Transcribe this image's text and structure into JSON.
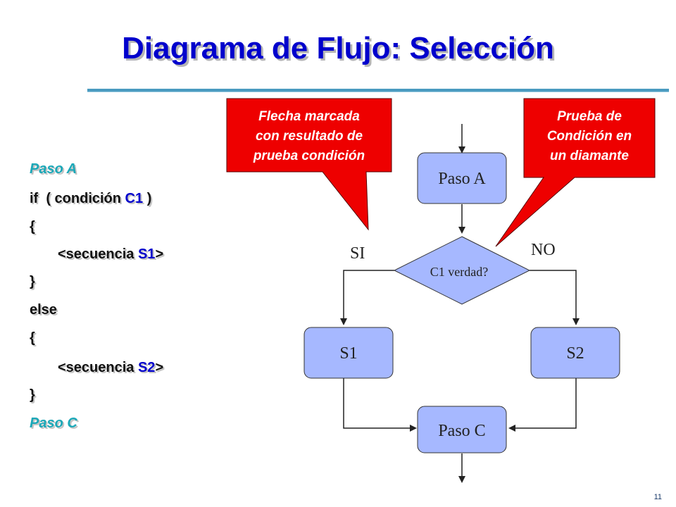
{
  "title": "Diagrama de Flujo: Selección",
  "slide_number": "11",
  "code": {
    "paso_a": "Paso A",
    "if_kw": "if  ( condición ",
    "c1": "C1",
    "if_end": " )",
    "open1": "{",
    "seq1_pre": "<secuencia ",
    "s1": "S1",
    "seq1_post": ">",
    "close1": "}",
    "else_kw": "else",
    "open2": "{",
    "seq2_pre": "<secuencia ",
    "s2": "S2",
    "seq2_post": ">",
    "close2": "}",
    "paso_c": "Paso C"
  },
  "diagram": {
    "paso_a": "Paso A",
    "condition": "C1 verdad?",
    "si": "SI",
    "no": "NO",
    "s1": "S1",
    "s2": "S2",
    "paso_c": "Paso C"
  },
  "callouts": {
    "left": [
      "Flecha marcada",
      "con resultado de",
      "prueba condición"
    ],
    "right": [
      "Prueba de",
      "Condición en",
      "un diamante"
    ]
  },
  "colors": {
    "box_fill": "#a6b8ff",
    "callout_fill": "#ee0000",
    "title": "#0000cc",
    "step_text": "#1ba8b8"
  }
}
